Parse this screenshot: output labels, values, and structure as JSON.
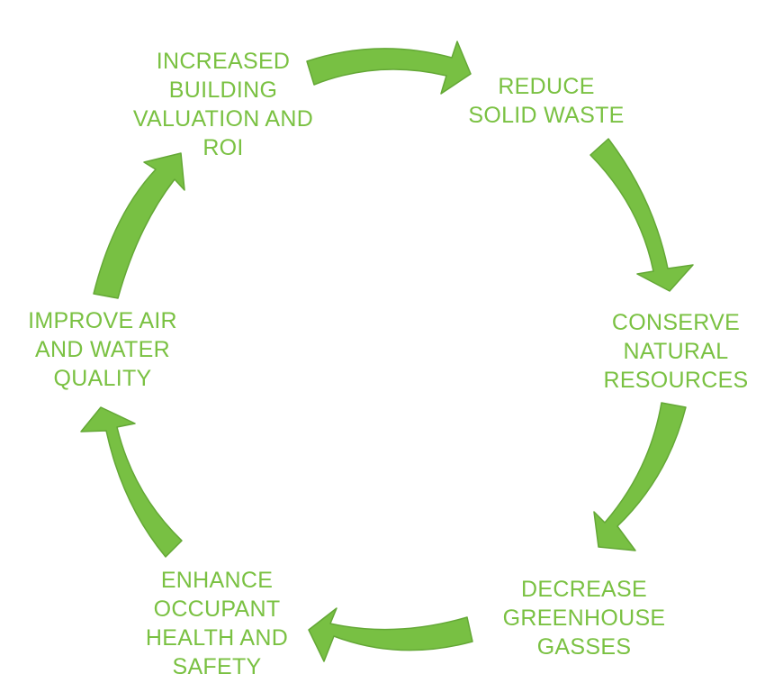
{
  "cycle": {
    "steps": [
      {
        "text": "INCREASED\nBUILDING\nVALUATION AND\nROI"
      },
      {
        "text": "REDUCE\nSOLID WASTE"
      },
      {
        "text": "CONSERVE\nNATURAL\nRESOURCES"
      },
      {
        "text": "DECREASE\nGREENHOUSE\nGASSES"
      },
      {
        "text": "ENHANCE\nOCCUPANT\nHEALTH AND\nSAFETY"
      },
      {
        "text": "IMPROVE AIR\nAND WATER\nQUALITY"
      }
    ]
  },
  "colors": {
    "accent": "#7ac142",
    "arrow_fill": "#78c043",
    "arrow_stroke": "#64a836",
    "background": "#ffffff"
  },
  "icons": [
    "curved-arrow-icon"
  ]
}
